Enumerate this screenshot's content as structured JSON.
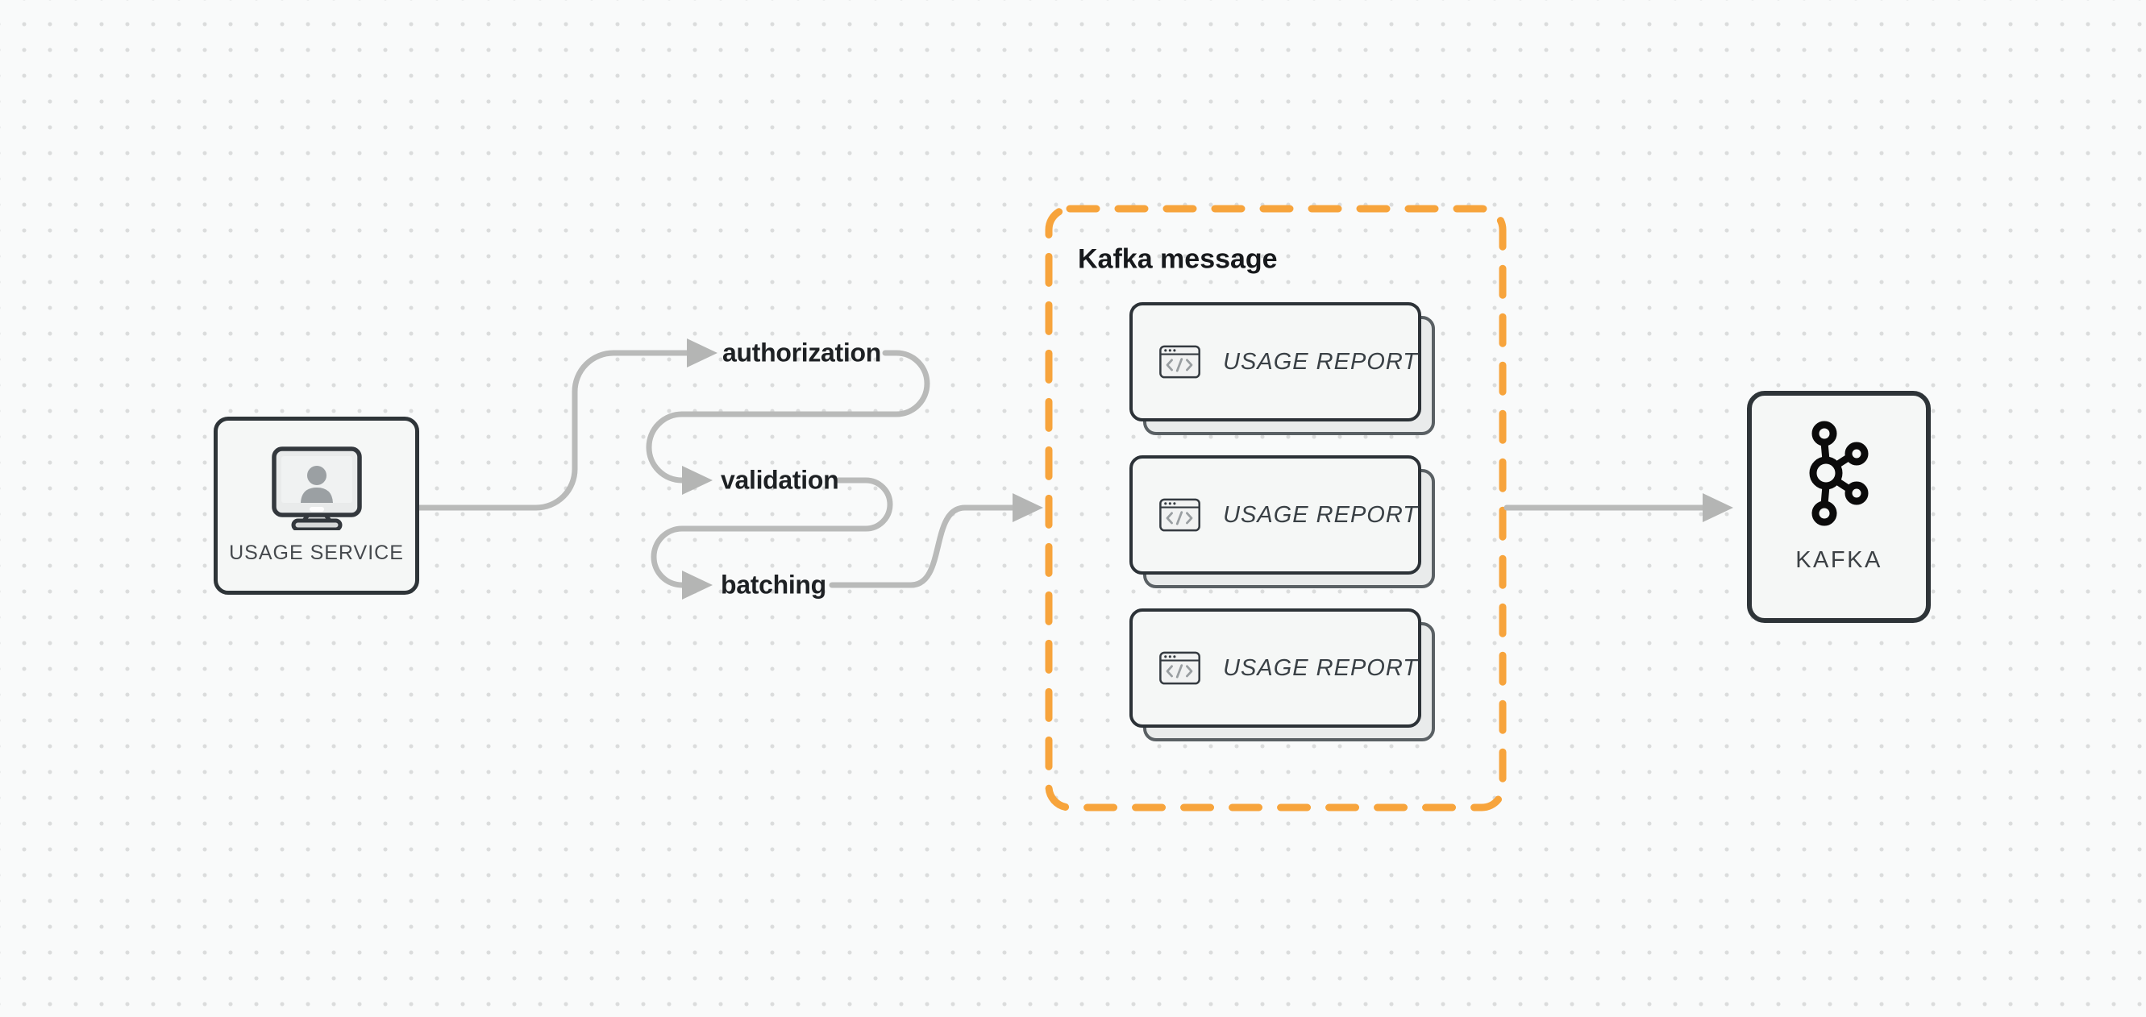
{
  "canvas": {
    "background": "#f9fafa",
    "dot_grid_color": "#dbdcdc"
  },
  "colors": {
    "accent_orange": "#f7a43c",
    "connector_gray": "#b9bab9",
    "node_border_dark": "#2e3438",
    "node_fill": "#f5f7f6"
  },
  "usage_service": {
    "label": "USAGE SERVICE",
    "icon": "monitor-user-icon"
  },
  "flow": {
    "steps": [
      {
        "label": "authorization"
      },
      {
        "label": "validation"
      },
      {
        "label": "batching"
      }
    ]
  },
  "kafka_message": {
    "title": "Kafka message",
    "cards": [
      {
        "label": "USAGE REPORT",
        "icon": "code-window-icon"
      },
      {
        "label": "USAGE REPORT",
        "icon": "code-window-icon"
      },
      {
        "label": "USAGE REPORT",
        "icon": "code-window-icon"
      }
    ]
  },
  "kafka": {
    "label": "KAFKA",
    "icon": "kafka-logo-icon"
  }
}
